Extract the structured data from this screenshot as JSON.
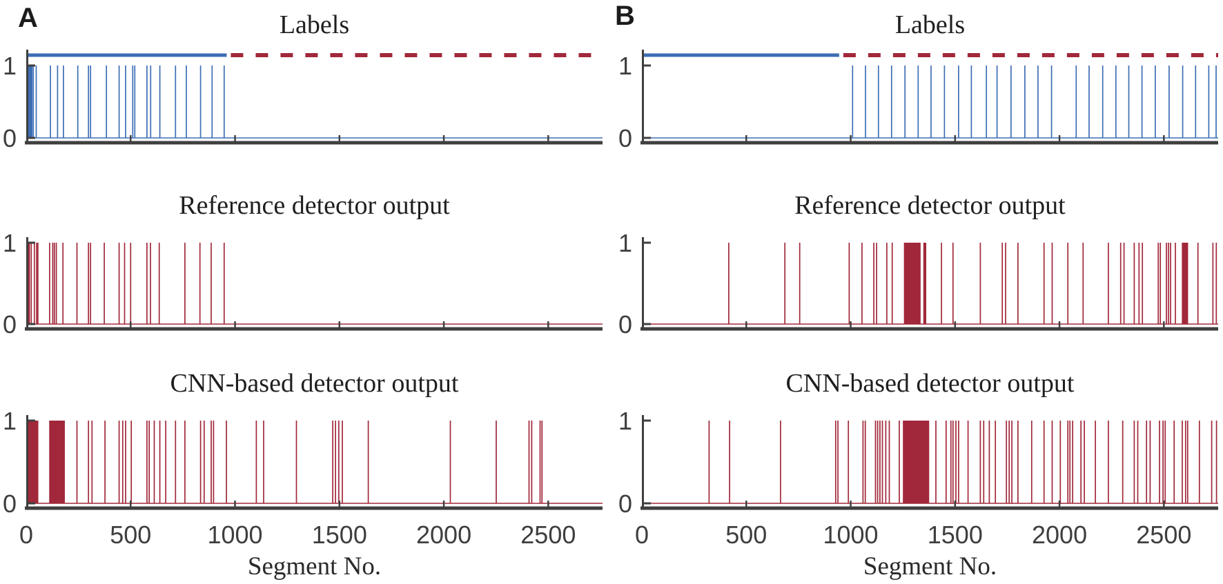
{
  "figure": {
    "background": "#ffffff"
  },
  "colors": {
    "label_blue": "#3d6eb4",
    "detector_red": "#a1283a",
    "axis_gray": "#3f3f3f",
    "title_text": "#1f1f1f",
    "tick_text": "#3e3e3e"
  },
  "panels": [
    {
      "letter": "A"
    },
    {
      "letter": "B"
    }
  ],
  "chart_data": [
    {
      "panel": "A",
      "row": "labels",
      "type": "line",
      "title": "Labels",
      "color": "#3d6eb4",
      "xlim": [
        0,
        2760
      ],
      "ylim": [
        0,
        1
      ],
      "yticks": [
        0,
        1
      ],
      "ytick_labels": [
        "0",
        "1"
      ],
      "xticks": [
        0,
        500,
        1000,
        1500,
        2000,
        2500
      ],
      "spikes": [
        34,
        48,
        116,
        150,
        178,
        247,
        298,
        308,
        384,
        445,
        476,
        510,
        520,
        578,
        596,
        640,
        715,
        767,
        835,
        890,
        948
      ],
      "spike_blocks": [
        [
          0,
          30
        ]
      ],
      "overlay": {
        "solid": {
          "color": "#3d6eb4",
          "from": 0,
          "to": 960
        },
        "dashed": {
          "color": "#a1283a",
          "from": 960,
          "to": 2760
        }
      }
    },
    {
      "panel": "A",
      "row": "reference",
      "type": "line",
      "title": "Reference detector output",
      "color": "#a1283a",
      "xlim": [
        0,
        2760
      ],
      "ylim": [
        0,
        1
      ],
      "yticks": [
        0,
        1
      ],
      "ytick_labels": [
        "0",
        "1"
      ],
      "xticks": [
        0,
        500,
        1000,
        1500,
        2000,
        2500
      ],
      "spikes": [
        24,
        39,
        50,
        56,
        112,
        127,
        135,
        144,
        176,
        243,
        298,
        308,
        374,
        445,
        471,
        500,
        578,
        595,
        637,
        760,
        832,
        886,
        948
      ],
      "spike_blocks": [
        [
          0,
          18
        ]
      ]
    },
    {
      "panel": "A",
      "row": "cnn",
      "type": "line",
      "title": "CNN-based detector output",
      "color": "#a1283a",
      "xlim": [
        0,
        2760
      ],
      "ylim": [
        0,
        1
      ],
      "yticks": [
        0,
        1
      ],
      "ytick_labels": [
        "0",
        "1"
      ],
      "xticks": [
        0,
        500,
        1000,
        1500,
        2000,
        2500
      ],
      "xtick_labels": [
        "0",
        "500",
        "1000",
        "1500",
        "2000",
        "2500"
      ],
      "xlabel": "Segment No.",
      "spikes": [
        243,
        298,
        315,
        377,
        445,
        462,
        476,
        503,
        578,
        589,
        613,
        640,
        668,
        715,
        760,
        835,
        852,
        886,
        897,
        959,
        1102,
        1137,
        1294,
        1468,
        1481,
        1497,
        1514,
        1638,
        2031,
        2251,
        2408,
        2421,
        2461,
        2470
      ],
      "spike_blocks": [
        [
          0,
          58
        ],
        [
          110,
          185
        ]
      ]
    },
    {
      "panel": "B",
      "row": "labels",
      "type": "line",
      "title": "Labels",
      "color": "#3d6eb4",
      "xlim": [
        0,
        2760
      ],
      "ylim": [
        0,
        1
      ],
      "yticks": [
        0,
        1
      ],
      "ytick_labels": [
        "0",
        "1"
      ],
      "xticks": [
        0,
        500,
        1000,
        1500,
        2000,
        2500
      ],
      "spikes": [
        1009,
        1071,
        1133,
        1196,
        1260,
        1323,
        1385,
        1449,
        1517,
        1578,
        1650,
        1701,
        1768,
        1834,
        1897,
        1962,
        2080,
        2142,
        2207,
        2270,
        2332,
        2395,
        2459,
        2525,
        2590,
        2652,
        2715,
        2750
      ],
      "spike_blocks": [],
      "overlay": {
        "solid": {
          "color": "#3d6eb4",
          "from": 0,
          "to": 945
        },
        "dashed": {
          "color": "#a1283a",
          "from": 945,
          "to": 2760
        }
      }
    },
    {
      "panel": "B",
      "row": "reference",
      "type": "line",
      "title": "Reference detector output",
      "color": "#a1283a",
      "xlim": [
        0,
        2760
      ],
      "ylim": [
        0,
        1
      ],
      "yticks": [
        0,
        1
      ],
      "ytick_labels": [
        "0",
        "1"
      ],
      "xticks": [
        0,
        500,
        1000,
        1500,
        2000,
        2500
      ],
      "spikes": [
        416,
        685,
        756,
        993,
        1054,
        1111,
        1124,
        1173,
        1199,
        1435,
        1490,
        1621,
        1726,
        1742,
        1801,
        1926,
        1965,
        2040,
        2113,
        2234,
        2293,
        2309,
        2358,
        2381,
        2397,
        2473,
        2483,
        2512,
        2522,
        2532,
        2555,
        2663,
        2735,
        2751
      ],
      "spike_blocks": [
        [
          1255,
          1335
        ],
        [
          1348,
          1362
        ],
        [
          2586,
          2616
        ]
      ]
    },
    {
      "panel": "B",
      "row": "cnn",
      "type": "line",
      "title": "CNN-based detector output",
      "color": "#a1283a",
      "xlim": [
        0,
        2760
      ],
      "ylim": [
        0,
        1
      ],
      "yticks": [
        0,
        1
      ],
      "ytick_labels": [
        "0",
        "1"
      ],
      "xticks": [
        0,
        500,
        1000,
        1500,
        2000,
        2500
      ],
      "xtick_labels": [
        "0",
        "500",
        "1000",
        "1500",
        "2000",
        "2500"
      ],
      "xlabel": "Segment No.",
      "spikes": [
        322,
        420,
        664,
        928,
        939,
        989,
        1059,
        1070,
        1119,
        1129,
        1140,
        1152,
        1168,
        1185,
        1233,
        1408,
        1457,
        1480,
        1490,
        1504,
        1517,
        1562,
        1621,
        1637,
        1664,
        1693,
        1746,
        1759,
        1772,
        1801,
        1867,
        1926,
        1965,
        2004,
        2040,
        2050,
        2063,
        2103,
        2119,
        2172,
        2234,
        2303,
        2358,
        2375,
        2417,
        2434,
        2479,
        2496,
        2506,
        2549,
        2588,
        2604,
        2614,
        2670,
        2729,
        2752
      ],
      "spike_blocks": [
        [
          1250,
          1376
        ]
      ]
    }
  ]
}
